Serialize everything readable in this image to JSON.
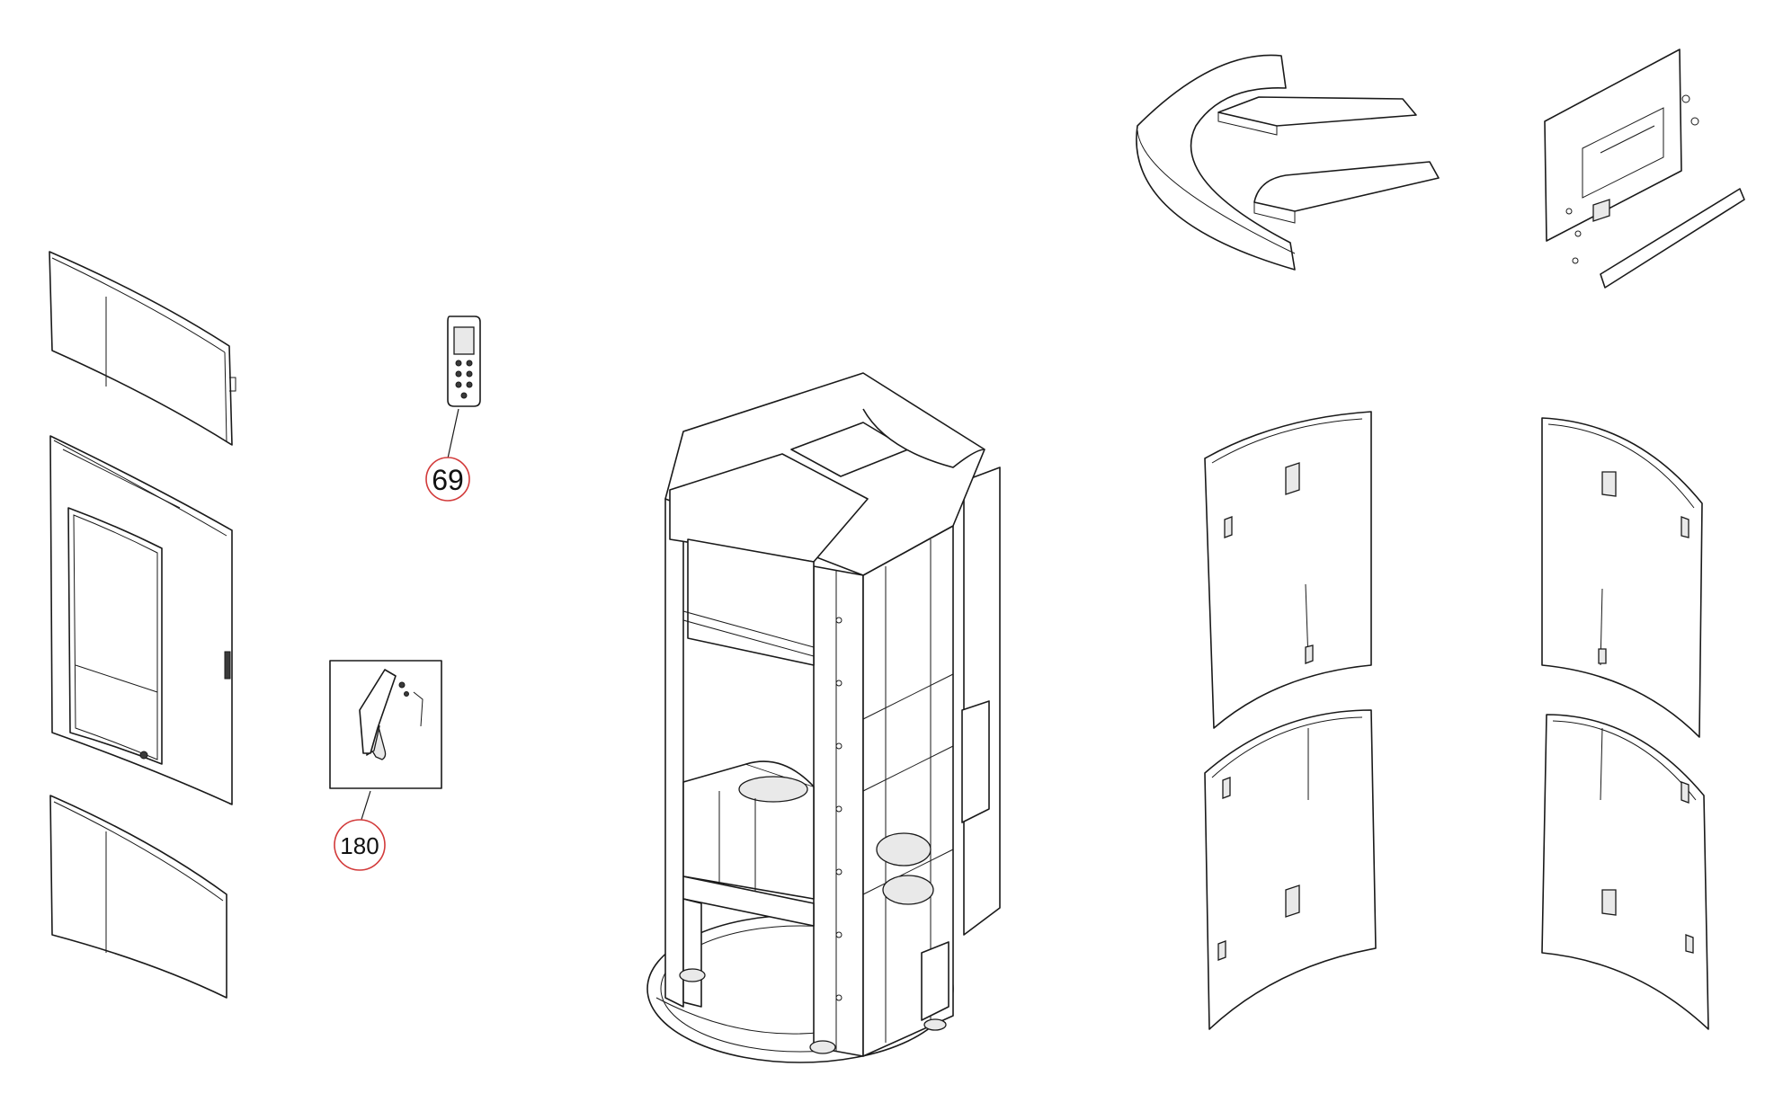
{
  "callouts": [
    {
      "id": "remote",
      "label": "69"
    },
    {
      "id": "handle",
      "label": "180"
    }
  ],
  "colors": {
    "line": "#1a1a1a",
    "callout_ring": "#d23a3a",
    "background": "#ffffff"
  }
}
